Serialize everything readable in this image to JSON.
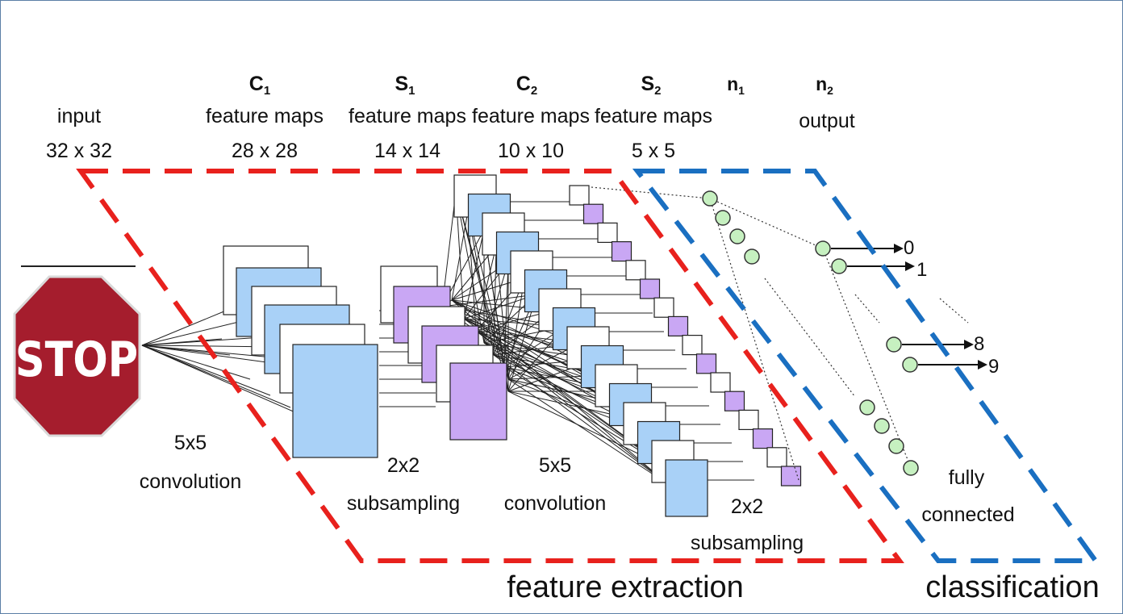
{
  "headers": {
    "input": {
      "line1": "input",
      "line2": "32 x 32"
    },
    "c1": {
      "name": "C",
      "sub": "1",
      "line1": "feature maps",
      "line2": "28 x 28"
    },
    "s1": {
      "name": "S",
      "sub": "1",
      "line1": "feature maps",
      "line2": "14 x 14"
    },
    "c2": {
      "name": "C",
      "sub": "2",
      "line1": "feature maps",
      "line2": "10 x 10"
    },
    "s2": {
      "name": "S",
      "sub": "2",
      "line1": "feature maps",
      "line2": "5 x 5"
    },
    "n1": {
      "name": "n",
      "sub": "1"
    },
    "n2": {
      "name": "n",
      "sub": "2",
      "line1": "output"
    }
  },
  "stop_sign": {
    "text": "STOP",
    "color": "#a51d2d"
  },
  "operations": {
    "conv1": {
      "line1": "5x5",
      "line2": "convolution"
    },
    "sub1": {
      "line1": "2x2",
      "line2": "subsampling"
    },
    "conv2": {
      "line1": "5x5",
      "line2": "convolution"
    },
    "sub2": {
      "line1": "2x2",
      "line2": "subsampling"
    },
    "fc": {
      "line1": "fully",
      "line2": "connected"
    }
  },
  "outputs": [
    "0",
    "1",
    "8",
    "9"
  ],
  "sections": {
    "feature_extraction": "feature extraction",
    "classification": "classification"
  },
  "colors": {
    "blue_map": "#a9d1f7",
    "purple_map": "#c9a7f4",
    "neuron": "#c6f0c0",
    "feature_extraction_border": "#e8211d",
    "classification_border": "#1a6fc1"
  }
}
